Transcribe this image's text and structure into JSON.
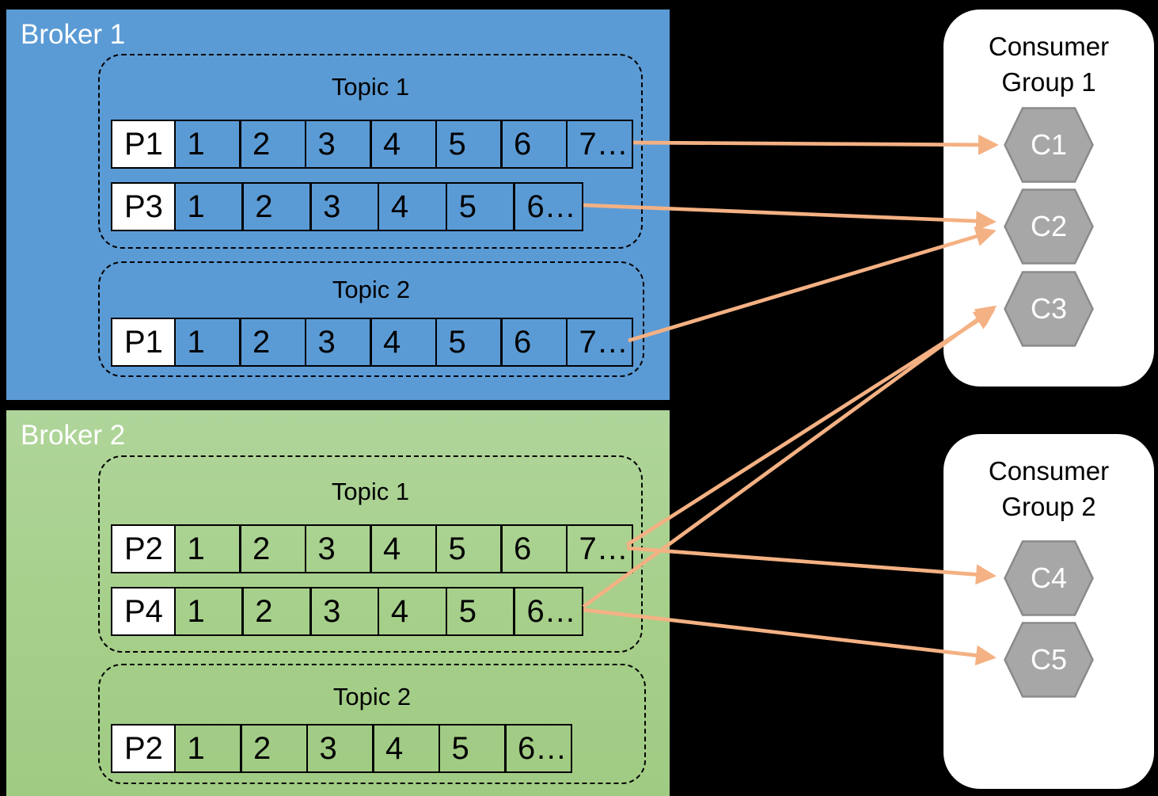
{
  "diagram": {
    "background": "#000000",
    "arrow_color": "#F4B183",
    "broker1_color": "#5B9BD5",
    "broker2_color": "#A9D18E",
    "consumer_fill": "#A7A7A7",
    "consumer_stroke": "#8A8A8A",
    "brokers": [
      {
        "label": "Broker 1",
        "topics": [
          {
            "label": "Topic 1",
            "partitions": [
              {
                "name": "P1",
                "cells": [
                  "1",
                  "2",
                  "3",
                  "4",
                  "5",
                  "6",
                  "7…"
                ]
              },
              {
                "name": "P3",
                "cells": [
                  "1",
                  "2",
                  "3",
                  "4",
                  "5",
                  "6…"
                ]
              }
            ]
          },
          {
            "label": "Topic 2",
            "partitions": [
              {
                "name": "P1",
                "cells": [
                  "1",
                  "2",
                  "3",
                  "4",
                  "5",
                  "6",
                  "7…"
                ]
              }
            ]
          }
        ]
      },
      {
        "label": "Broker 2",
        "topics": [
          {
            "label": "Topic 1",
            "partitions": [
              {
                "name": "P2",
                "cells": [
                  "1",
                  "2",
                  "3",
                  "4",
                  "5",
                  "6",
                  "7…"
                ]
              },
              {
                "name": "P4",
                "cells": [
                  "1",
                  "2",
                  "3",
                  "4",
                  "5",
                  "6…"
                ]
              }
            ]
          },
          {
            "label": "Topic 2",
            "partitions": [
              {
                "name": "P2",
                "cells": [
                  "1",
                  "2",
                  "3",
                  "4",
                  "5",
                  "6…"
                ]
              }
            ]
          }
        ]
      }
    ],
    "consumer_groups": [
      {
        "title": "Consumer Group 1",
        "title_lines": [
          "Consumer",
          "Group 1"
        ],
        "consumers": [
          "C1",
          "C2",
          "C3"
        ]
      },
      {
        "title": "Consumer Group 2",
        "title_lines": [
          "Consumer",
          "Group 2"
        ],
        "consumers": [
          "C4",
          "C5"
        ]
      }
    ],
    "connections": [
      {
        "from": "Broker 1 / Topic 1 / P1",
        "to": "C1"
      },
      {
        "from": "Broker 1 / Topic 1 / P3",
        "to": "C2"
      },
      {
        "from": "Broker 1 / Topic 2 / P1",
        "to": "C2"
      },
      {
        "from": "Broker 2 / Topic 1 / P2",
        "to": "C3"
      },
      {
        "from": "Broker 2 / Topic 1 / P4",
        "to": "C3"
      },
      {
        "from": "Broker 2 / Topic 1 / P2",
        "to": "C4"
      },
      {
        "from": "Broker 2 / Topic 1 / P4",
        "to": "C5"
      }
    ]
  }
}
